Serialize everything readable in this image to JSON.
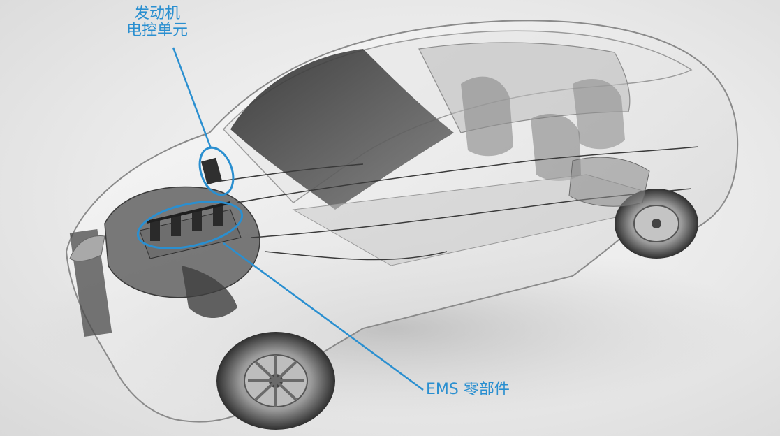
{
  "figure": {
    "callouts": {
      "ecu": {
        "line1": "发动机",
        "line2": "电控单元"
      },
      "ems": {
        "label": "EMS 零部件"
      }
    },
    "colors": {
      "callout": "#2a8fd0",
      "body_stroke": "#8a8a8a",
      "dark_part": "#3a3a3a",
      "glass": "#4a4a4a"
    }
  }
}
